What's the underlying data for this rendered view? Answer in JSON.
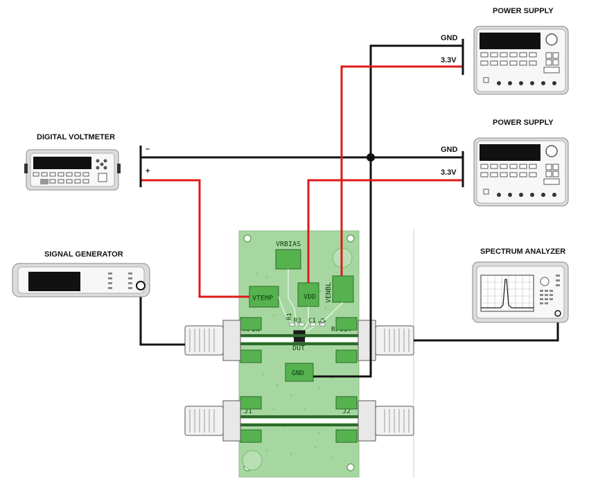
{
  "instruments": {
    "power_supply_1": "POWER SUPPLY",
    "power_supply_2": "POWER SUPPLY",
    "digital_voltmeter": "DIGITAL VOLTMETER",
    "signal_generator": "SIGNAL GENERATOR",
    "spectrum_analyzer": "SPECTRUM ANALYZER"
  },
  "wire_labels": {
    "gnd_1": "GND",
    "v33_1": "3.3V",
    "gnd_2": "GND",
    "v33_2": "3.3V",
    "dvm_minus": "–",
    "dvm_plus": "+"
  },
  "board": {
    "vrbias": "VRBIAS",
    "vtemp": "VTEMP",
    "vdd": "VDD",
    "venbl": "VENBL",
    "r1": "R1",
    "r3": "R3",
    "c1": "C1",
    "r2": "R2",
    "rfin": "RFIN",
    "rfout": "RFOUT",
    "dut": "DUT",
    "gnd": "GND",
    "j1": "J1",
    "j2": "J2"
  },
  "colors": {
    "wire_black": "#111111",
    "wire_red": "#e01818",
    "board_green": "#a7d7a1",
    "pad_green": "#55b24f",
    "instrument_gray": "#dcdcdc"
  }
}
